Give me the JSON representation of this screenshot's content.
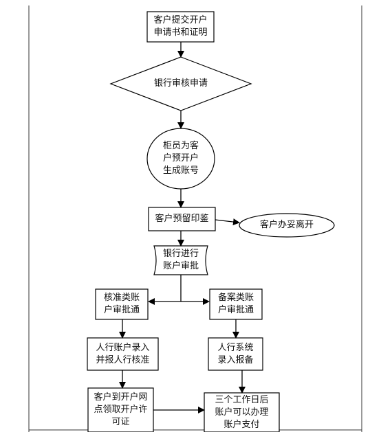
{
  "flowchart": {
    "submit_application": {
      "line1": "客户提交开户",
      "line2": "申请书和证明"
    },
    "bank_review": {
      "label": "银行审核申请"
    },
    "teller_generate": {
      "line1": "柜员为客",
      "line2": "户预开户",
      "line3": "生成账号"
    },
    "reserve_seal": {
      "label": "客户预留印鉴"
    },
    "customer_leave": {
      "label": "客户办妥离开"
    },
    "bank_approval": {
      "line1": "银行进行",
      "line2": "账户审批"
    },
    "approval_type_account": {
      "line1": "核准类账",
      "line2": "户审批通"
    },
    "filing_type_account": {
      "line1": "备案类账",
      "line2": "户审批通"
    },
    "pboc_record_approval": {
      "line1": "人行账户录入",
      "line2": "并报人行核准"
    },
    "pboc_system_filing": {
      "line1": "人行系统",
      "line2": "录入报备"
    },
    "collect_permit": {
      "line1": "客户到开户网",
      "line2": "点领取开户许",
      "line3": "可证"
    },
    "three_workdays": {
      "line1": "三个工作日后",
      "line2": "账户可以办理",
      "line3": "账户支付"
    }
  }
}
